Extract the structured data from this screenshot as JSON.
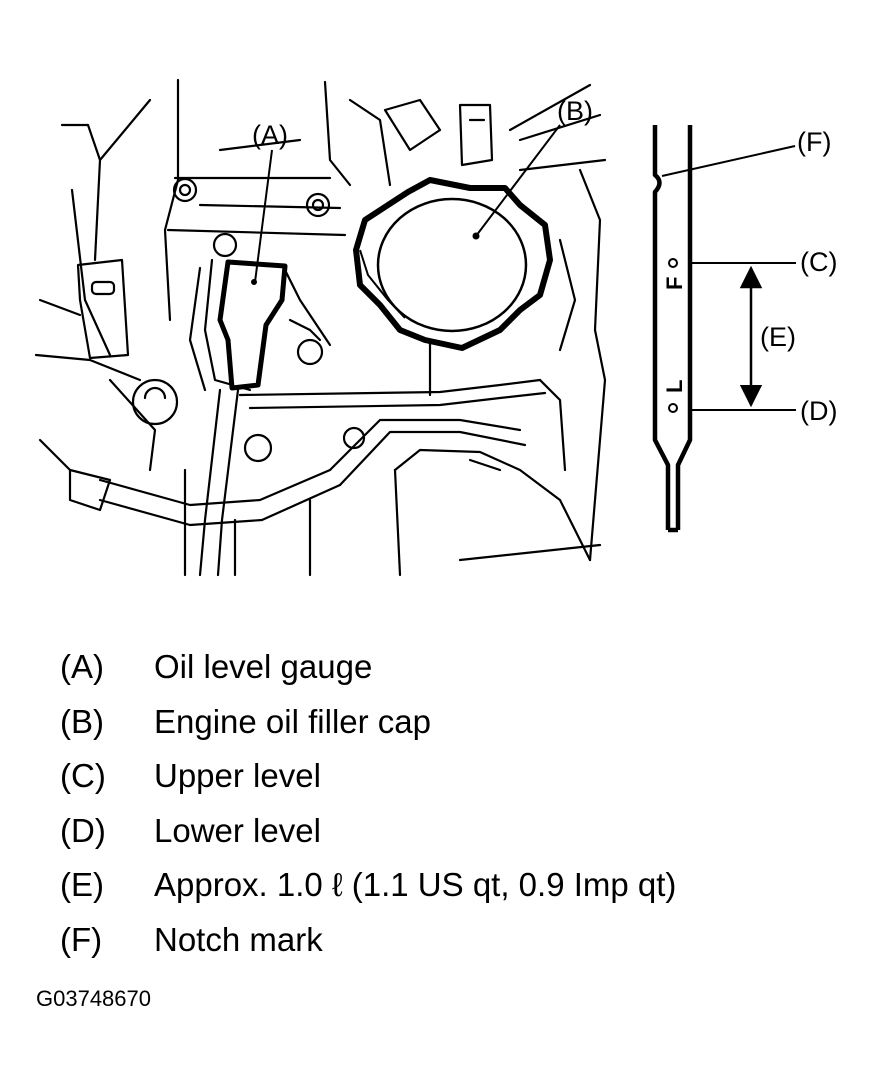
{
  "callouts": {
    "a": "(A)",
    "b": "(B)",
    "c": "(C)",
    "d": "(D)",
    "e": "(E)",
    "f": "(F)"
  },
  "dipstick_marks": {
    "upper": "F",
    "lower": "L"
  },
  "legend": [
    {
      "key": "(A)",
      "text": "Oil level gauge"
    },
    {
      "key": "(B)",
      "text": "Engine oil filler cap"
    },
    {
      "key": "(C)",
      "text": "Upper level"
    },
    {
      "key": "(D)",
      "text": "Lower level"
    },
    {
      "key": "(E)",
      "text": "Approx. 1.0 ℓ  (1.1 US qt, 0.9 Imp qt)"
    },
    {
      "key": "(F)",
      "text": "Notch mark"
    }
  ],
  "figure_code": "G03748670",
  "colors": {
    "ink": "#000000",
    "paper": "#ffffff"
  }
}
